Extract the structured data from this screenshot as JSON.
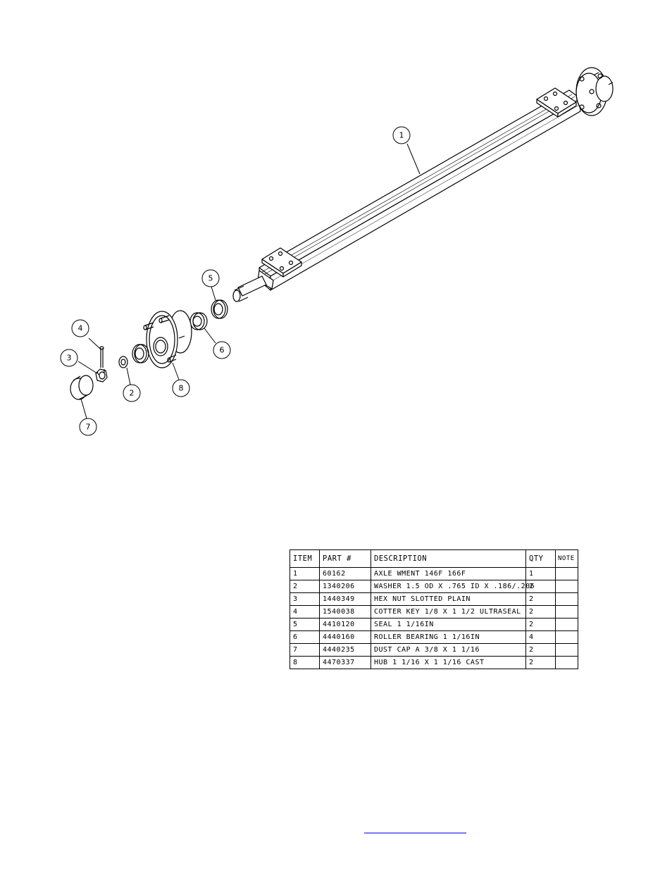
{
  "balloons": [
    {
      "id": "balloon-1",
      "label": "1"
    },
    {
      "id": "balloon-2",
      "label": "2"
    },
    {
      "id": "balloon-3",
      "label": "3"
    },
    {
      "id": "balloon-4",
      "label": "4"
    },
    {
      "id": "balloon-5",
      "label": "5"
    },
    {
      "id": "balloon-6",
      "label": "6"
    },
    {
      "id": "balloon-7",
      "label": "7"
    },
    {
      "id": "balloon-8",
      "label": "8"
    }
  ],
  "table": {
    "headers": [
      "ITEM",
      "PART #",
      "DESCRIPTION",
      "QTY",
      "NOTE"
    ],
    "rows": [
      [
        "1",
        "60162",
        "AXLE WMENT  146F 166F",
        "1",
        ""
      ],
      [
        "2",
        "1340206",
        "WASHER 1.5 OD X .765 ID X .186/.206",
        "2",
        ""
      ],
      [
        "3",
        "1440349",
        "HEX NUT SLOTTED PLAIN",
        "2",
        ""
      ],
      [
        "4",
        "1540038",
        "COTTER KEY 1/8 X 1 1/2 ULTRASEAL",
        "2",
        ""
      ],
      [
        "5",
        "4410120",
        "SEAL  1 1/16IN",
        "2",
        ""
      ],
      [
        "6",
        "4440160",
        "ROLLER BEARING  1 1/16IN",
        "4",
        ""
      ],
      [
        "7",
        "4440235",
        "DUST CAP A 3/8 X 1 1/16",
        "2",
        ""
      ],
      [
        "8",
        "4470337",
        "HUB  1 1/16 X 1 1/16 CAST",
        "2",
        ""
      ]
    ]
  }
}
